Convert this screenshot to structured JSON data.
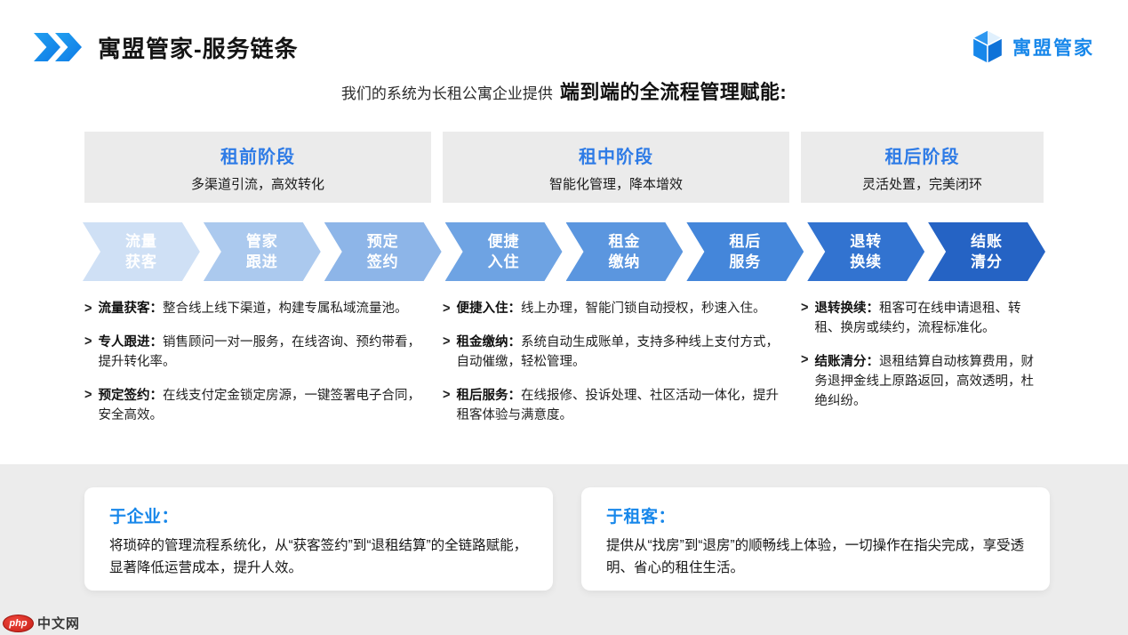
{
  "header": {
    "title": "寓盟管家-服务链条",
    "brand": "寓盟管家"
  },
  "intro": {
    "prefix": "我们的系统为长租公寓企业提供",
    "highlight": "端到端的全流程管理赋能:"
  },
  "stages": [
    {
      "title": "租前阶段",
      "subtitle": "多渠道引流，高效转化"
    },
    {
      "title": "租中阶段",
      "subtitle": "智能化管理，降本增效"
    },
    {
      "title": "租后阶段",
      "subtitle": "灵活处置，完美闭环"
    }
  ],
  "process": {
    "steps": [
      {
        "line1": "流量",
        "line2": "获客",
        "color": "#cfe0f5"
      },
      {
        "line1": "管家",
        "line2": "跟进",
        "color": "#abc9ee"
      },
      {
        "line1": "预定",
        "line2": "签约",
        "color": "#8db5e8"
      },
      {
        "line1": "便捷",
        "line2": "入住",
        "color": "#6ea3e3"
      },
      {
        "line1": "租金",
        "line2": "缴纳",
        "color": "#5b96df"
      },
      {
        "line1": "租后",
        "line2": "服务",
        "color": "#4486da"
      },
      {
        "line1": "退转",
        "line2": "换续",
        "color": "#3273d0"
      },
      {
        "line1": "结账",
        "line2": "清分",
        "color": "#2563c4"
      }
    ]
  },
  "columns": [
    {
      "items": [
        {
          "marker": ">",
          "label": "流量获客：",
          "text": "整合线上线下渠道，构建专属私域流量池。"
        },
        {
          "marker": ">",
          "label": "专人跟进：",
          "text": "销售顾问一对一服务，在线咨询、预约带看，提升转化率。"
        },
        {
          "marker": ">",
          "label": "预定签约：",
          "text": "在线支付定金锁定房源，一键签署电子合同，安全高效。"
        }
      ]
    },
    {
      "items": [
        {
          "marker": ">",
          "label": "便捷入住：",
          "text": "线上办理，智能门锁自动授权，秒速入住。"
        },
        {
          "marker": ">",
          "label": "租金缴纳：",
          "text": "系统自动生成账单，支持多种线上支付方式，自动催缴，轻松管理。"
        },
        {
          "marker": ">",
          "label": "租后服务：",
          "text": "在线报修、投诉处理、社区活动一体化，提升租客体验与满意度。"
        }
      ]
    },
    {
      "items": [
        {
          "marker": ">",
          "label": "退转换续：",
          "text": "租客可在线申请退租、转租、换房或续约，流程标准化。"
        },
        {
          "marker": ">",
          "label": "结账清分：",
          "text": "退租结算自动核算费用，财务退押金线上原路返回，高效透明，杜绝纠纷。"
        }
      ]
    }
  ],
  "summary_cards": [
    {
      "title": "于企业：",
      "text": "将琐碎的管理流程系统化，从“获客签约”到“退租结算”的全链路赋能，显著降低运营成本，提升人效。"
    },
    {
      "title": "于租客：",
      "text": "提供从“找房”到“退房”的顺畅线上体验，一切操作在指尖完成，享受透明、省心的租住生活。"
    }
  ],
  "watermark": {
    "badge": "php",
    "text": "中文网"
  },
  "colors": {
    "accent_blue": "#1787ea",
    "stage_title_blue": "#2e7be6",
    "stage_bg": "#ebebeb",
    "band_bg": "#ececec"
  }
}
